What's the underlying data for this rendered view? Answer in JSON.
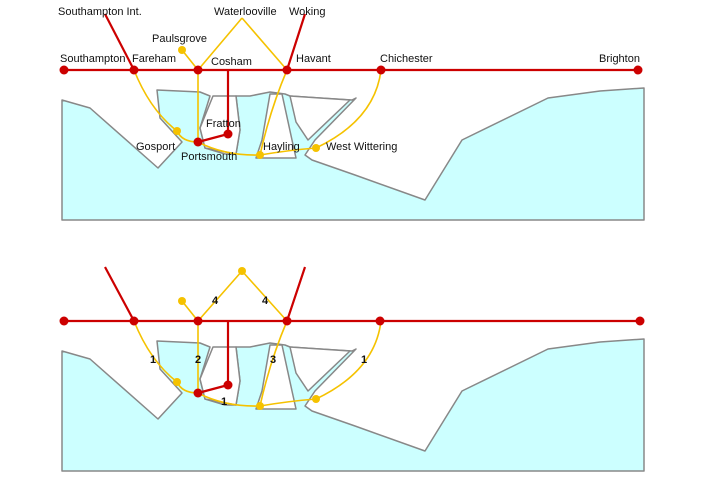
{
  "colors": {
    "sea": "#ccffff",
    "coast": "#888888",
    "rail": "#cc0000",
    "route": "#f5c200",
    "text": "#111111"
  },
  "top_diagram": {
    "stations": {
      "southampton_int": "Southampton Int.",
      "woking": "Woking",
      "waterlooville": "Waterlooville",
      "paulsgrove": "Paulsgrove",
      "southampton": "Southampton",
      "fareham": "Fareham",
      "cosham": "Cosham",
      "havant": "Havant",
      "chichester": "Chichester",
      "brighton": "Brighton",
      "fratton": "Fratton",
      "gosport": "Gosport",
      "portsmouth": "Portsmouth",
      "hayling": "Hayling",
      "west_wittering": "West Wittering"
    }
  },
  "bottom_diagram": {
    "segment_labels": {
      "fareham_gosport": "1",
      "cosham_portsmouth": "2",
      "paulsgrove_waterlooville": "4",
      "waterlooville_havant": "4",
      "havant_hayling": "3",
      "portsmouth_hayling": "1",
      "chichester_west_wittering": "1"
    }
  }
}
